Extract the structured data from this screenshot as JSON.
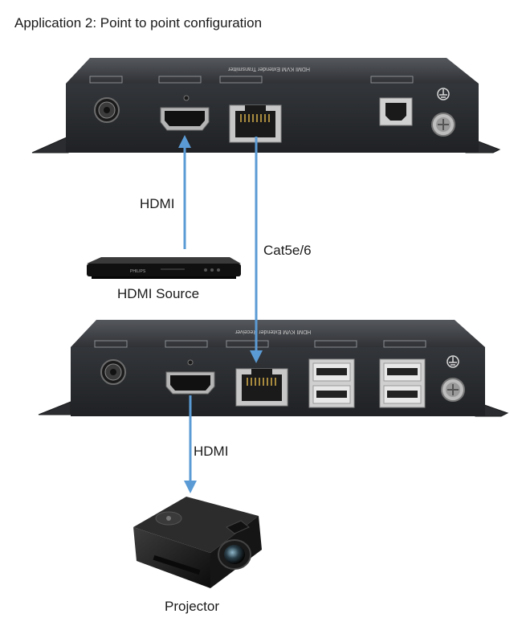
{
  "title": "Application 2: Point to point configuration",
  "labels": {
    "hdmi_top": "HDMI",
    "cat": "Cat5e/6",
    "source": "HDMI Source",
    "hdmi_bottom": "HDMI",
    "projector": "Projector"
  },
  "colors": {
    "arrow": "#5b9bd5",
    "device_body": "#2b2d30",
    "device_top": "#3a3d41",
    "port_metal": "#b9b9b9"
  },
  "devices": {
    "transmitter_silk": "HDMI KVM Extender Transmitter",
    "receiver_silk": "HDMI KVM Extender Receiver",
    "source_brand": "PHILIPS"
  }
}
